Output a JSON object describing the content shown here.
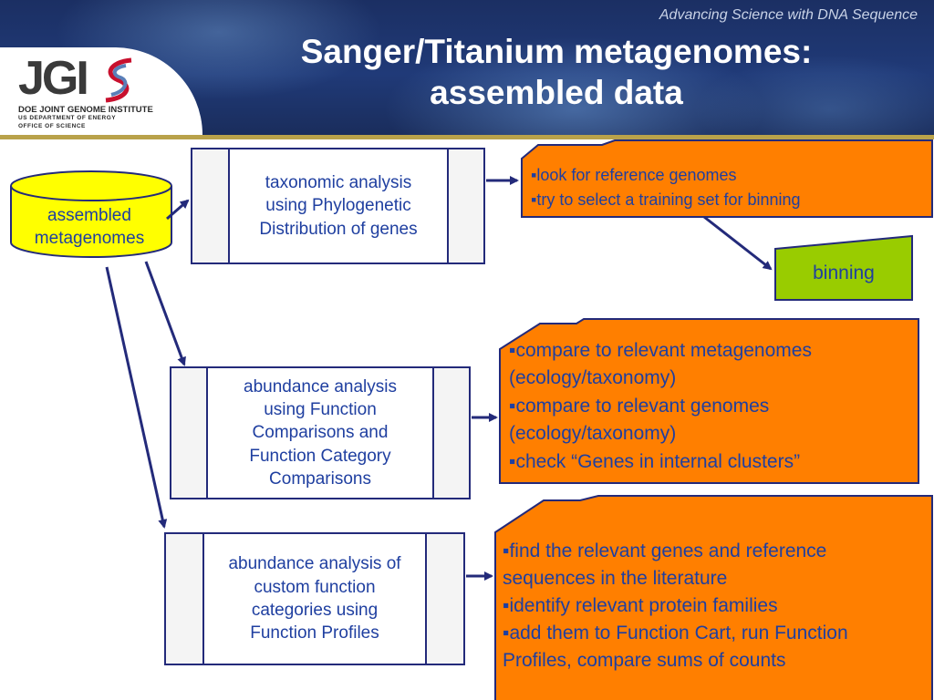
{
  "header": {
    "tagline": "Advancing Science with DNA Sequence",
    "title_line1": "Sanger/Titanium metagenomes:",
    "title_line2": "assembled data",
    "logo": {
      "mark": "JGI",
      "line1": "DOE JOINT GENOME INSTITUTE",
      "line2": "US DEPARTMENT OF ENERGY",
      "line3": "OFFICE OF SCIENCE"
    }
  },
  "diagram": {
    "source": {
      "line1": "assembled",
      "line2": "metagenomes"
    },
    "steps": [
      {
        "lines": [
          "taxonomic analysis",
          "using Phylogenetic",
          "Distribution of genes"
        ]
      },
      {
        "lines": [
          "abundance analysis",
          "using Function",
          "Comparisons and",
          "Function Category",
          "Comparisons"
        ]
      },
      {
        "lines": [
          "abundance analysis of",
          "custom function",
          "categories using",
          "Function Profiles"
        ]
      }
    ],
    "notes": [
      {
        "items": [
          "look for reference genomes",
          "try to select a training set for binning"
        ]
      },
      {
        "items": [
          "compare to relevant metagenomes (ecology/taxonomy)",
          "compare to relevant genomes (ecology/taxonomy)",
          "check “Genes in internal clusters”"
        ]
      },
      {
        "items": [
          "find the relevant genes and reference sequences in the literature",
          "identify relevant protein families",
          "add them to Function Cart, run Function Profiles, compare sums of counts"
        ]
      }
    ],
    "binning": "binning"
  },
  "colors": {
    "banner": "#1b2f63",
    "accent_line": "#b9a24a",
    "text_blue": "#1f3fa0",
    "border_navy": "#232a7a",
    "orange": "#ff7f00",
    "green": "#99cc00",
    "yellow": "#ffff00"
  }
}
